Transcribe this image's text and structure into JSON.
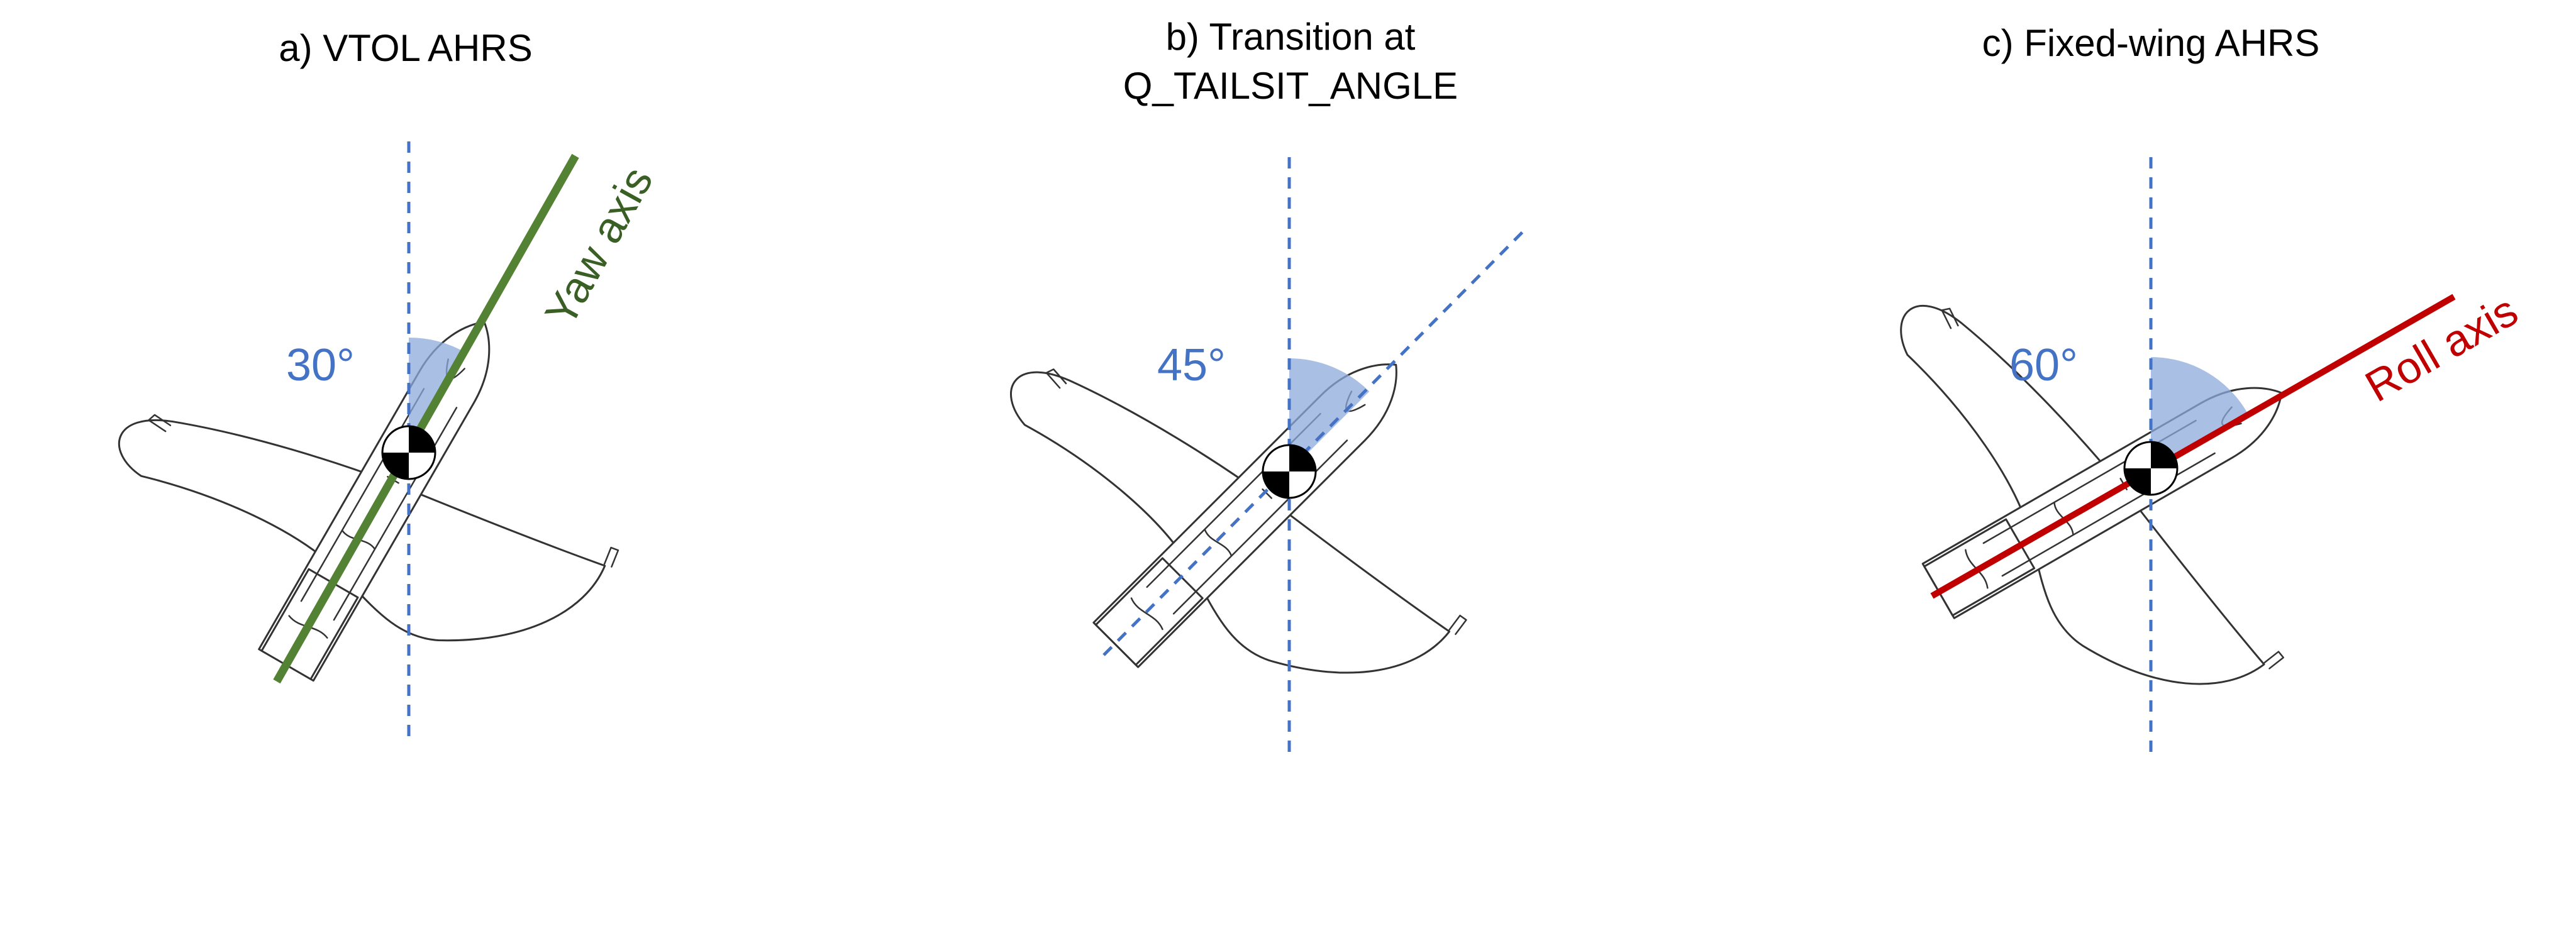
{
  "colors": {
    "reference": "#4472c4",
    "wedge": "#8eaadb",
    "yaw_axis": "#548235",
    "yaw_label": "#3a5f24",
    "roll_axis": "#c00000",
    "outline": "#333333"
  },
  "panels": [
    {
      "title_line1": "a) VTOL AHRS",
      "title_line2": "",
      "angle_label": "30°",
      "angle_deg": 30,
      "axis_label": "Yaw axis",
      "axis_kind": "yaw"
    },
    {
      "title_line1": "b) Transition at",
      "title_line2": "Q_TAILSIT_ANGLE",
      "angle_label": "45°",
      "angle_deg": 45,
      "axis_label": "",
      "axis_kind": "dashed"
    },
    {
      "title_line1": "c) Fixed-wing AHRS",
      "title_line2": "",
      "angle_label": "60°",
      "angle_deg": 60,
      "axis_label": "Roll axis",
      "axis_kind": "roll"
    }
  ]
}
